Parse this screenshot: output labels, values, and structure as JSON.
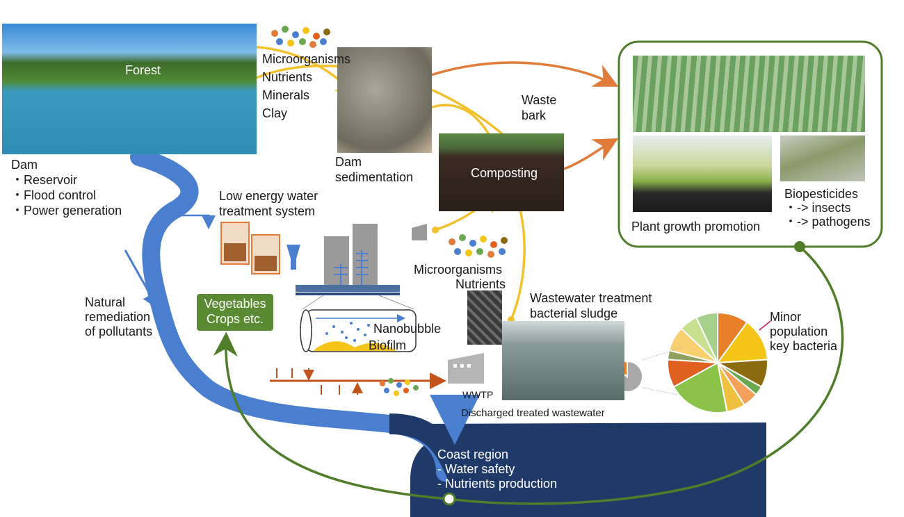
{
  "dam": {
    "forest_label": "Forest",
    "title": "Dam",
    "items": [
      "・Reservoir",
      "・Flood control",
      "・Power generation"
    ]
  },
  "soil": {
    "microorganisms": "Microorganisms",
    "nutrients": "Nutrients",
    "minerals": "Minerals",
    "clay": "Clay"
  },
  "dam_sedimentation": [
    "Dam",
    "sedimentation"
  ],
  "waste_bark": [
    "Waste",
    "bark"
  ],
  "composting": "Composting",
  "field": {
    "plant_growth": "Plant growth promotion",
    "biopesticides": "Biopesticides",
    "bio_items": [
      "・-> insects",
      "・-> pathogens"
    ]
  },
  "water_treatment": [
    "Low energy water",
    "treatment system"
  ],
  "nanobubble": "Nanobubble",
  "biofilm": "Biofilm",
  "micro_nutrients": [
    "Microorganisms",
    "Nutrients"
  ],
  "sludge": [
    "Wastewater treatment",
    "bacterial sludge"
  ],
  "minor_population": [
    "Minor",
    "population",
    "key bacteria"
  ],
  "natural_remediation": [
    "Natural",
    "remediation",
    "of pollutants"
  ],
  "vegetables": [
    "Vegetables",
    "Crops etc."
  ],
  "wwtp": "WWTP",
  "discharged": "Discharged treated wastewater",
  "coast": {
    "title": "Coast region",
    "items": [
      "- Water safety",
      "- Nutrients production"
    ]
  },
  "colors": {
    "yellow_arrow": "#f2c12e",
    "orange_arrow": "#e07b39",
    "green_cycle": "#4f7d2a",
    "river_blue": "#4a7fcf",
    "coast_navy": "#1f3a68",
    "veg_box": "#5a8a32"
  },
  "pie_colors": [
    "#e8802a",
    "#f5c518",
    "#8a6b10",
    "#6aa84f",
    "#f2a05a",
    "#f0c040",
    "#8bc34a",
    "#e06020",
    "#90a060",
    "#f8d070",
    "#c8e090",
    "#a8d08d"
  ]
}
